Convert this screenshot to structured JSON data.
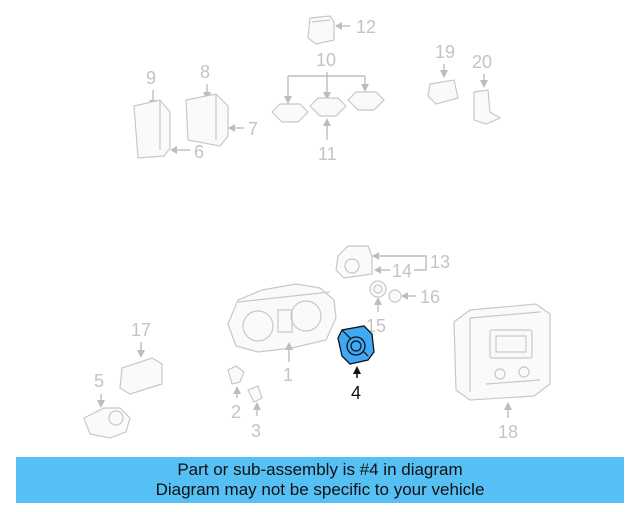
{
  "diagram": {
    "callouts": {
      "c1": "1",
      "c2": "2",
      "c3": "3",
      "c4": "4",
      "c5": "5",
      "c6": "6",
      "c7": "7",
      "c8": "8",
      "c9": "9",
      "c10": "10",
      "c11": "11",
      "c12": "12",
      "c13": "13",
      "c14": "14",
      "c15": "15",
      "c16": "16",
      "c17": "17",
      "c18": "18",
      "c19": "19",
      "c20": "20"
    },
    "highlight_color": "#3fa9f5",
    "highlighted_part": "4"
  },
  "footer": {
    "line1": "Part or sub-assembly is #4 in diagram",
    "line2": "Diagram may not be specific to your vehicle",
    "background": "#56bff4"
  }
}
